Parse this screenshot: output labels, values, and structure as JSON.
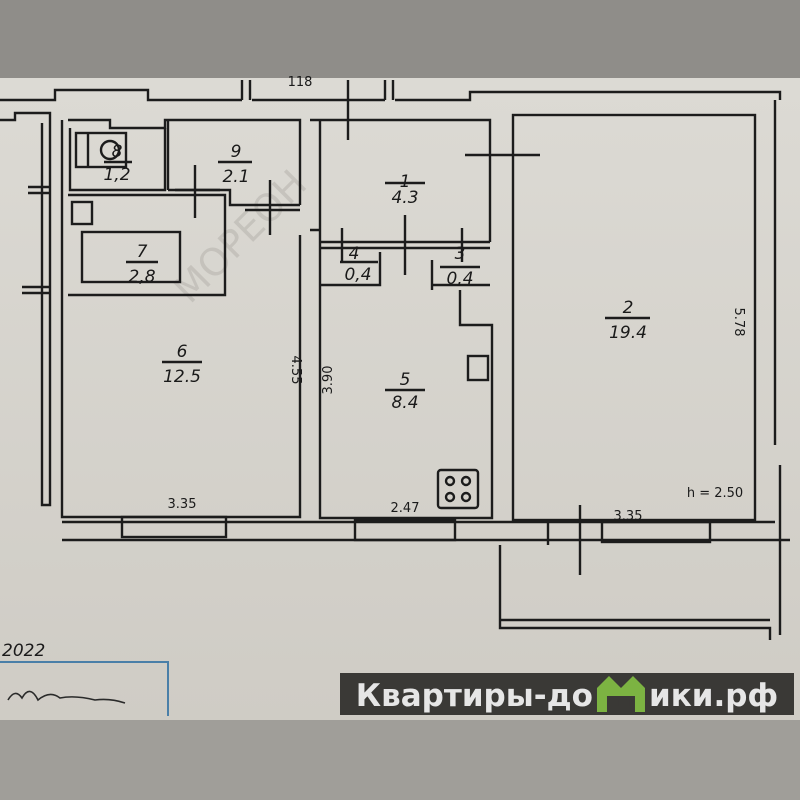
{
  "plan": {
    "top_label": "118",
    "rooms": [
      {
        "id": "8",
        "area": "1,2"
      },
      {
        "id": "9",
        "area": "2.1"
      },
      {
        "id": "7",
        "area": "2,8"
      },
      {
        "id": "6",
        "area": "12.5"
      },
      {
        "id": "1",
        "area": "4.3"
      },
      {
        "id": "4",
        "area": "0,4"
      },
      {
        "id": "3",
        "area": "0,4"
      },
      {
        "id": "5",
        "area": "8.4"
      },
      {
        "id": "2",
        "area": "19.4"
      }
    ],
    "dimensions": {
      "room6_width": "3.35",
      "room6_length": "4.55",
      "room5_length": "3.90",
      "room5_width": "2.47",
      "room2_length": "5.78",
      "room2_width": "3.35",
      "ceiling_height": "h = 2.50"
    },
    "year_note": "2022",
    "watermark_text": "Квартиры-домики.рф",
    "watermark_left": "Квартиры-до",
    "watermark_right": "ики.рф",
    "faint_watermark": "МОРЕОН",
    "colors": {
      "paper": "#d9d7d1",
      "line": "#1c1c1c",
      "watermark_bg": "#3a3936",
      "logo_green": "#7cb342"
    }
  }
}
